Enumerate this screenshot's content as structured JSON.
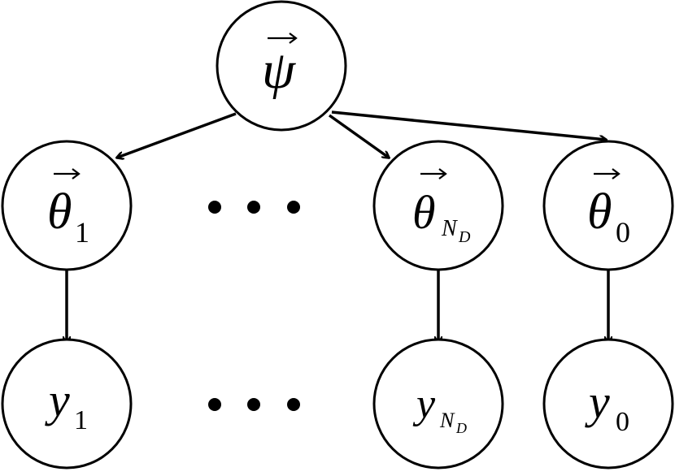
{
  "diagram": {
    "nodes": {
      "psi": {
        "symbol": "ψ",
        "subscript": "",
        "subscript_sub": "",
        "vector": true
      },
      "theta_1": {
        "symbol": "θ",
        "subscript": "1",
        "subscript_sub": "",
        "vector": true
      },
      "theta_nd": {
        "symbol": "θ",
        "subscript": "N",
        "subscript_sub": "D",
        "vector": true
      },
      "theta_0": {
        "symbol": "θ",
        "subscript": "0",
        "subscript_sub": "",
        "vector": true
      },
      "y_1": {
        "symbol": "y",
        "subscript": "1",
        "subscript_sub": "",
        "vector": false
      },
      "y_nd": {
        "symbol": "y",
        "subscript": "N",
        "subscript_sub": "D",
        "vector": false
      },
      "y_0": {
        "symbol": "y",
        "subscript": "0",
        "subscript_sub": "",
        "vector": false
      }
    },
    "edges": [
      {
        "from": "psi",
        "to": "theta_1"
      },
      {
        "from": "psi",
        "to": "theta_nd"
      },
      {
        "from": "psi",
        "to": "theta_0"
      },
      {
        "from": "theta_1",
        "to": "y_1"
      },
      {
        "from": "theta_nd",
        "to": "y_nd"
      },
      {
        "from": "theta_0",
        "to": "y_0"
      }
    ],
    "ellipsis_rows": [
      "theta",
      "y"
    ]
  }
}
